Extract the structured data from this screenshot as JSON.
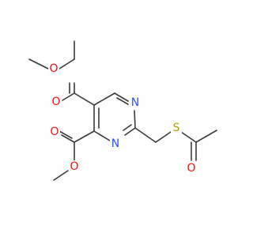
{
  "colors": {
    "bond": "#3a3a3a",
    "oxygen": "#ff0d0d",
    "nitrogen": "#3050f8",
    "sulfur": "#b8a100",
    "background": "#ffffff"
  },
  "atoms": [
    {
      "name": "atom-o-methoxy-top",
      "label": "O",
      "element": "oxygen"
    },
    {
      "name": "atom-o-carbonyl-top",
      "label": "O",
      "element": "oxygen"
    },
    {
      "name": "atom-n-ring-top",
      "label": "N",
      "element": "nitrogen"
    },
    {
      "name": "atom-n-ring-bottom",
      "label": "N",
      "element": "nitrogen"
    },
    {
      "name": "atom-o-carbonyl-bottom",
      "label": "O",
      "element": "oxygen"
    },
    {
      "name": "atom-o-methoxy-bottom",
      "label": "O",
      "element": "oxygen"
    },
    {
      "name": "atom-s-thioester",
      "label": "S",
      "element": "sulfur"
    },
    {
      "name": "atom-o-acetyl",
      "label": "O",
      "element": "oxygen"
    }
  ]
}
